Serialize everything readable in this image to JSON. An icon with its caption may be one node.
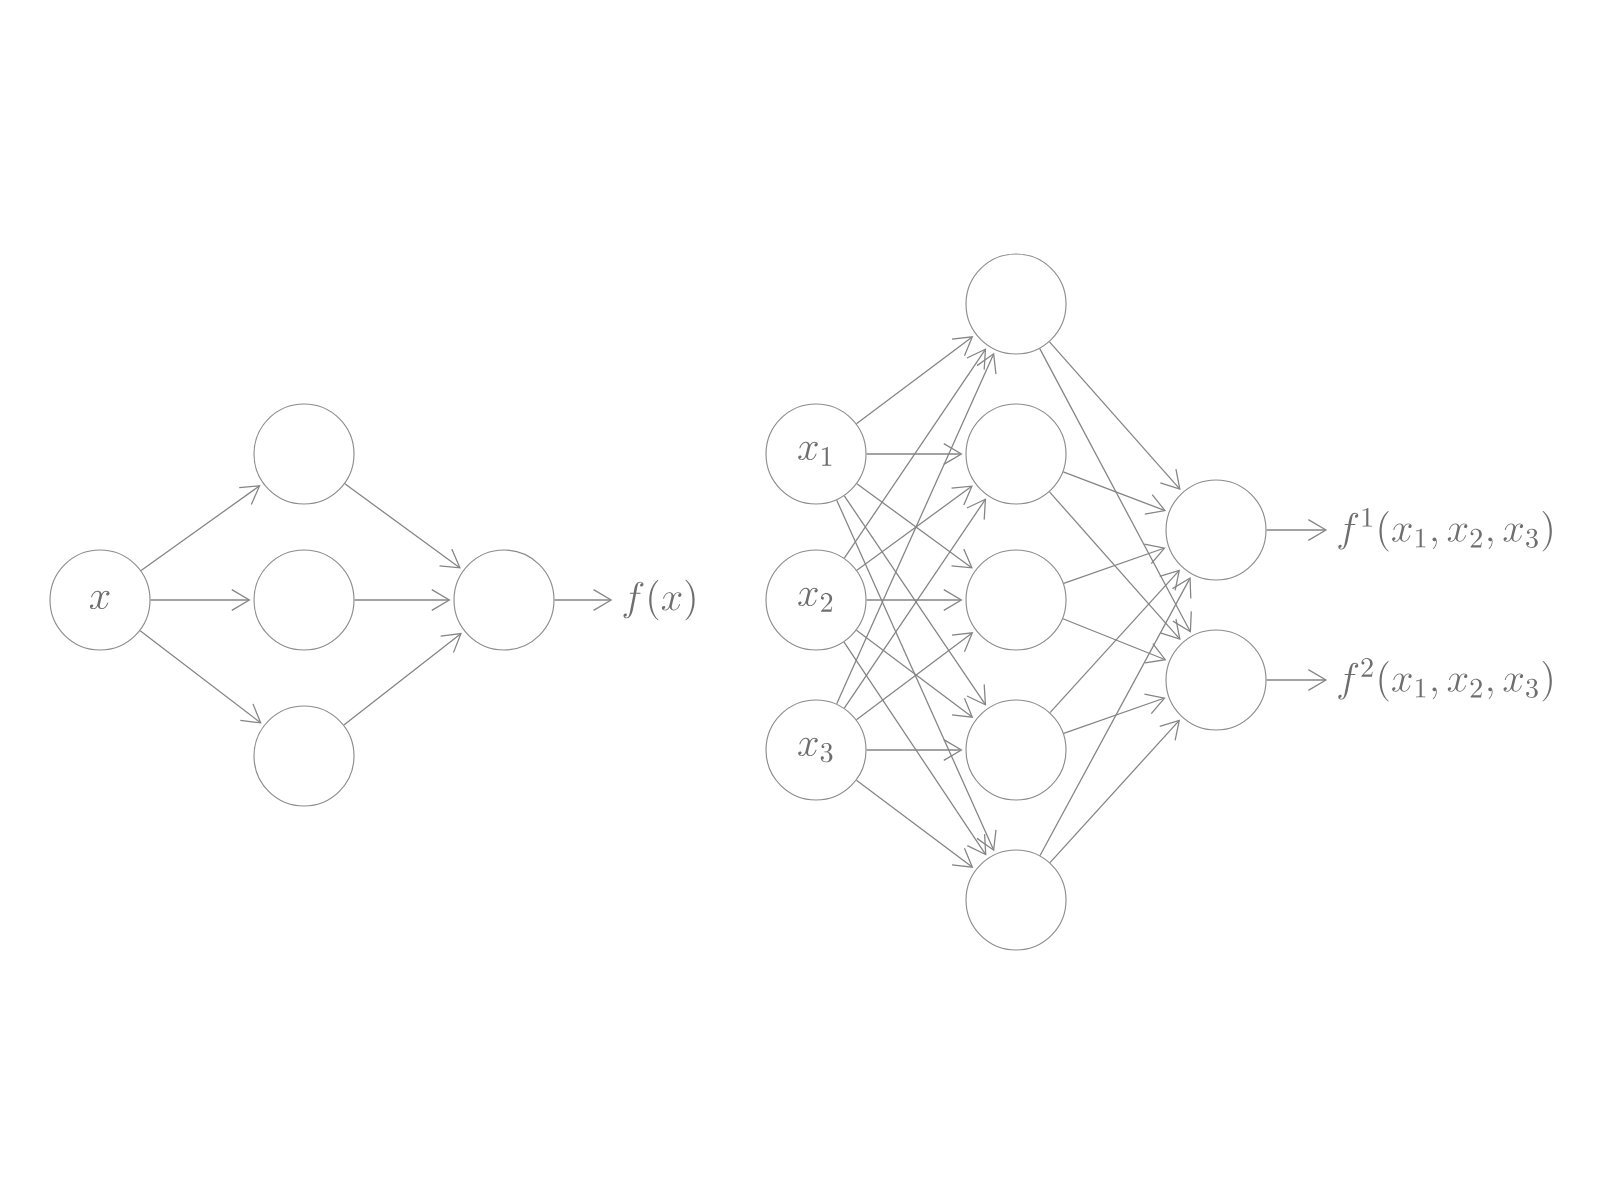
{
  "diagram": {
    "nodes": [
      {
        "text": [
          "x"
        ]
      },
      {
        "text": [],
        "shape": "circle"
      },
      {
        "text": [],
        "shape": "circle"
      },
      {
        "text": [],
        "shape": "circle"
      },
      {
        "text": [],
        "shape": "circle"
      },
      {
        "text": [
          "f(x)"
        ]
      },
      {
        "text": [
          "x_1"
        ]
      },
      {
        "text": [
          "x_2"
        ]
      },
      {
        "text": [
          "x_3"
        ]
      },
      {
        "text": [],
        "shape": "circle"
      },
      {
        "text": [],
        "shape": "circle"
      },
      {
        "text": [],
        "shape": "circle"
      },
      {
        "text": [],
        "shape": "circle"
      },
      {
        "text": [],
        "shape": "circle"
      },
      {
        "text": [],
        "shape": "circle"
      },
      {
        "text": [],
        "shape": "circle"
      },
      {
        "text": [
          "f^1(x_1, x_2, x_3)"
        ]
      },
      {
        "text": [
          "f^2(x_1, x_2, x_3)"
        ]
      }
    ],
    "edges": [
      {
        "from": 0,
        "to": 1,
        "arrow": "to"
      },
      {
        "from": 0,
        "to": 2,
        "arrow": "to"
      },
      {
        "from": 0,
        "to": 3,
        "arrow": "to"
      },
      {
        "from": 1,
        "to": 4,
        "arrow": "to"
      },
      {
        "from": 2,
        "to": 4,
        "arrow": "to"
      },
      {
        "from": 3,
        "to": 4,
        "arrow": "to"
      },
      {
        "from": 4,
        "to": 5,
        "arrow": "to"
      },
      {
        "from": 6,
        "to": 9,
        "arrow": "to"
      },
      {
        "from": 6,
        "to": 10,
        "arrow": "to"
      },
      {
        "from": 6,
        "to": 11,
        "arrow": "to"
      },
      {
        "from": 6,
        "to": 12,
        "arrow": "to"
      },
      {
        "from": 6,
        "to": 13,
        "arrow": "to"
      },
      {
        "from": 7,
        "to": 9,
        "arrow": "to"
      },
      {
        "from": 7,
        "to": 10,
        "arrow": "to"
      },
      {
        "from": 7,
        "to": 11,
        "arrow": "to"
      },
      {
        "from": 7,
        "to": 12,
        "arrow": "to"
      },
      {
        "from": 7,
        "to": 13,
        "arrow": "to"
      },
      {
        "from": 8,
        "to": 9,
        "arrow": "to"
      },
      {
        "from": 8,
        "to": 10,
        "arrow": "to"
      },
      {
        "from": 8,
        "to": 11,
        "arrow": "to"
      },
      {
        "from": 8,
        "to": 12,
        "arrow": "to"
      },
      {
        "from": 8,
        "to": 13,
        "arrow": "to"
      },
      {
        "from": 9,
        "to": 14,
        "arrow": "to"
      },
      {
        "from": 9,
        "to": 15,
        "arrow": "to"
      },
      {
        "from": 10,
        "to": 14,
        "arrow": "to"
      },
      {
        "from": 10,
        "to": 15,
        "arrow": "to"
      },
      {
        "from": 11,
        "to": 14,
        "arrow": "to"
      },
      {
        "from": 11,
        "to": 15,
        "arrow": "to"
      },
      {
        "from": 12,
        "to": 14,
        "arrow": "to"
      },
      {
        "from": 12,
        "to": 15,
        "arrow": "to"
      },
      {
        "from": 13,
        "to": 14,
        "arrow": "to"
      },
      {
        "from": 13,
        "to": 15,
        "arrow": "to"
      },
      {
        "from": 14,
        "to": 16,
        "arrow": "to"
      },
      {
        "from": 15,
        "to": 17,
        "arrow": "to"
      }
    ]
  }
}
